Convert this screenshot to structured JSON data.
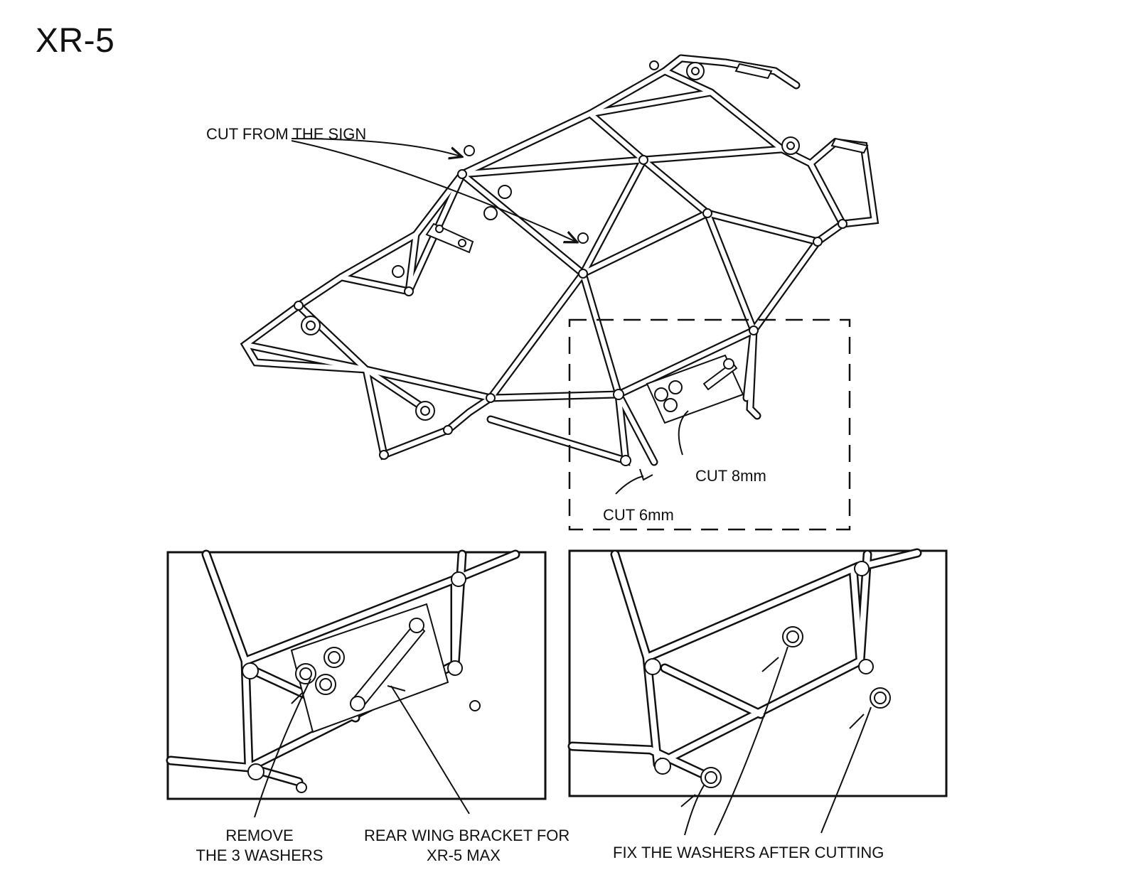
{
  "title": "XR-5",
  "labels": {
    "cut_from_sign": "CUT FROM THE SIGN",
    "cut_8mm": "CUT 8mm",
    "cut_6mm": "CUT 6mm",
    "remove_line1": "REMOVE",
    "remove_line2": "THE 3 WASHERS",
    "rear_wing_line1": "REAR WING BRACKET FOR",
    "rear_wing_line2": "XR-5 MAX",
    "fix_washers": "FIX THE WASHERS AFTER CUTTING"
  }
}
